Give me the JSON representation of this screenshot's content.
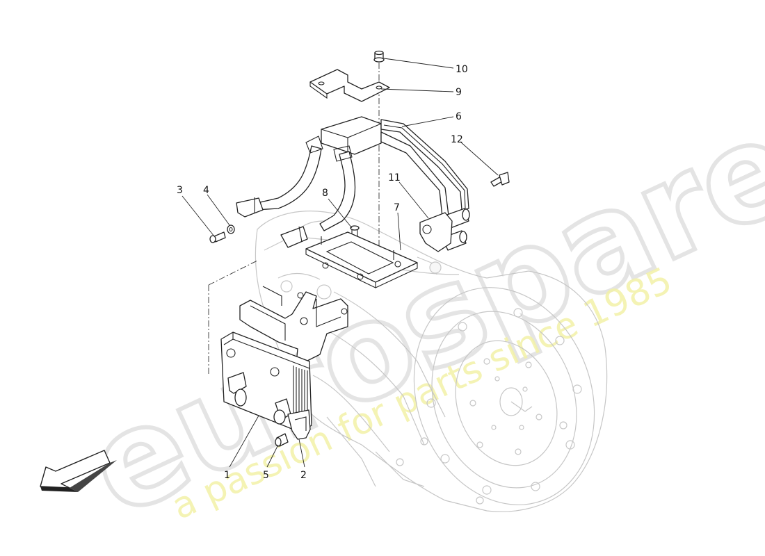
{
  "watermark": {
    "brand": "eurospares",
    "tagline": "a passion for parts since 1985",
    "brand_color": "#d8d8d8",
    "tagline_color": "#f1ef9c"
  },
  "callouts": [
    {
      "id": "1",
      "label": "1"
    },
    {
      "id": "2",
      "label": "2"
    },
    {
      "id": "3",
      "label": "3"
    },
    {
      "id": "4",
      "label": "4"
    },
    {
      "id": "5",
      "label": "5"
    },
    {
      "id": "6",
      "label": "6"
    },
    {
      "id": "7",
      "label": "7"
    },
    {
      "id": "8",
      "label": "8"
    },
    {
      "id": "9",
      "label": "9"
    },
    {
      "id": "10",
      "label": "10"
    },
    {
      "id": "11",
      "label": "11"
    },
    {
      "id": "12",
      "label": "12"
    }
  ],
  "direction_arrow": {
    "icon": "direction-arrow-icon"
  }
}
